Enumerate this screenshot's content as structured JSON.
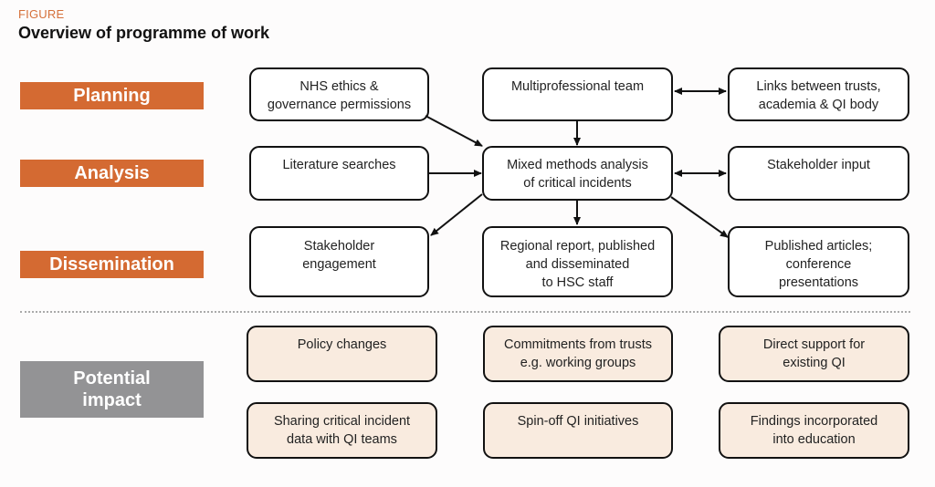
{
  "figure_label": "FIGURE",
  "title": "Overview of programme of work",
  "stages": {
    "planning": "Planning",
    "analysis": "Analysis",
    "dissemination": "Dissemination",
    "impact_line1": "Potential",
    "impact_line2": "impact"
  },
  "colors": {
    "stage": "#d46a32",
    "impact_stage": "#939395",
    "impact_box": "#f9ebdf",
    "accent_label": "#d5703a"
  },
  "boxes": {
    "ethics": [
      "NHS ethics &",
      "governance permissions"
    ],
    "team": [
      "Multiprofessional team"
    ],
    "links": [
      "Links between trusts,",
      "academia & QI body"
    ],
    "literature": [
      "Literature searches"
    ],
    "mixed": [
      "Mixed methods analysis",
      "of critical incidents"
    ],
    "stakeholder_input": [
      "Stakeholder input"
    ],
    "engagement": [
      "Stakeholder",
      "engagement"
    ],
    "report": [
      "Regional report, published",
      "and disseminated",
      "to HSC staff"
    ],
    "articles": [
      "Published articles;",
      "conference",
      "presentations"
    ]
  },
  "impact": {
    "policy": [
      "Policy changes"
    ],
    "commitments": [
      "Commitments from trusts",
      "e.g. working groups"
    ],
    "support": [
      "Direct support for",
      "existing QI"
    ],
    "sharing": [
      "Sharing critical incident",
      "data with QI teams"
    ],
    "spinoff": [
      "Spin-off QI initiatives"
    ],
    "education": [
      "Findings incorporated",
      "into education"
    ]
  }
}
